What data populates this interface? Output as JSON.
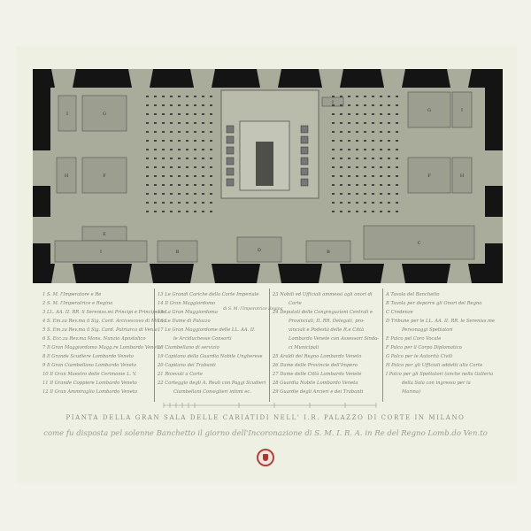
{
  "legend_numbers": [
    "1 S. M. l'Imperatore e Re",
    "2 S. M. l'Imperatrice e Regina",
    "3 LL. AA. II. RR. li Sereniss.mi Principi e Principesse",
    "4 S. Em.za Rev.ma il Sig. Card. Arcivescovo di Mil.no",
    "5 S. Em.za Rev.ma il Sig. Card. Patriarca di Ven.a",
    "6 S. Ecc.za Rev.ma Mons. Nunzio Apostolico",
    "7 Il Gran Maggiordomo Magg.re Lombardo Veneto",
    "8 Il Grande Scudiere Lombardo Veneto",
    "9 Il Gran Ciambellano Lombardo Veneto",
    "10 Il Gran Maestro delle Cerimonie L. V.",
    "11 Il Grande Coppiere Lombardo Veneto",
    "12 Il Gran Ammiraglio Lombardo Veneto",
    "13 Le Grandi Cariche della Corte Imperiale",
    "14 Il Gran Maggiordomo",
    "15 La Gran Maggiordoma",
    "16 Le Dame di Palazzo",
    "di S. M. l'Imperatrice Regina",
    "17 Le Gran Maggiordome delle LL. AA. II.",
    "le Arciduchesse Consorti",
    "18 Ciambellano di servizio",
    "19 Capitano della Guardia Nobile Ungherese",
    "20 Capitano dei Trabanti",
    "21 Ricevuti a Corte",
    "22 Corteggio degli A. Reali con Paggi Scudieri",
    "Ciambellani Consiglieri intimi ec.",
    "23 Nobili ed Ufficiali ammessi agli onori di",
    "Corte",
    "24 Deputati delle Congregazioni Centrali e",
    "Provinciali, II. RR. Delegati, pro-",
    "vinciali e Podestà delle R.e Città",
    "Lombardo Venete con Assessori Sinda-",
    "ci Municipali",
    "25 Araldi del Regno Lombardo Veneto",
    "26 Dame delle Provincie dell'Impero",
    "27 Dame delle Città Lombardo Venete",
    "28 Guardia Nobile Lombardo Veneta",
    "29 Guardie degli Arcieri e dei Trabanti"
  ],
  "legend_letters": [
    "A Tavola del Banchetto",
    "B Tavola per deporre gli Onori del Regno",
    "C Credenze",
    "D Tribune per le LL. AA. II. RR. le Sereniss.me",
    "Personaggi Spettatori",
    "E Palco pel Coro Vocale",
    "F Palco per il Corpo Diplomatico",
    "G Palco per le Autorità Civili",
    "H Palco per gli Ufficiali addetti alla Corte",
    "I Palco per gli Spettatori (anche nella Galleria",
    "della Sala con ingresso per la",
    "Marina)"
  ],
  "title": "PIANTA DELLA GRAN SALA DELLE CARIATIDI NELL' I.R. PALAZZO DI CORTE IN MILANO",
  "subtitle": "come fu disposta pel solenne Banchetto il giorno dell'Incoronazione di S. M. I. R. A. in Re del Regno Lomb.do Ven.to",
  "plan_labels": [
    "I",
    "G",
    "H",
    "F",
    "E",
    "B",
    "D",
    "C",
    "A"
  ],
  "colors": {
    "wall": "#141414",
    "floor": "#a9ab9b",
    "dais": "#b9bbab",
    "paper": "#eef0e3",
    "seal": "#b2433a"
  }
}
